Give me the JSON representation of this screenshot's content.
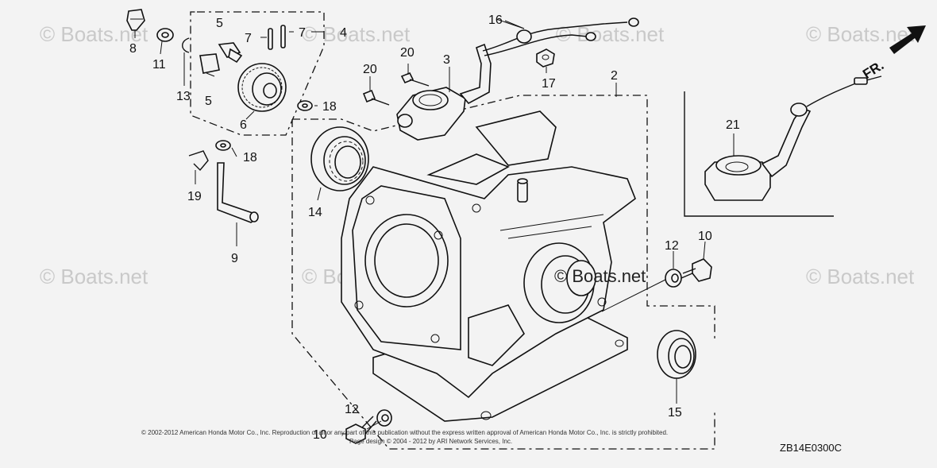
{
  "watermark": "© Boats.net",
  "center_watermark": "© Boats.net",
  "diagram_code": "ZB14E0300C",
  "direction_label": "FR.",
  "copyright_line1": "© 2002-2012 American Honda Motor Co., Inc. Reproduction of all or any part of this publication without the express written approval of American Honda Motor Co., Inc. is strictly prohibited.",
  "copyright_line2": "Page design © 2004 - 2012 by ARI Network Services, Inc.",
  "callouts": {
    "c1": "8",
    "c2": "11",
    "c3": "13",
    "c4": "5",
    "c5": "5",
    "c6": "6",
    "c7": "7",
    "c8": "7",
    "c9": "4",
    "c10": "18",
    "c11": "18",
    "c12": "19",
    "c13": "9",
    "c14": "14",
    "c15": "16",
    "c16": "20",
    "c17": "20",
    "c18": "3",
    "c19": "17",
    "c20": "2",
    "c21": "21",
    "c22": "12",
    "c23": "10",
    "c24": "15",
    "c25": "12",
    "c26": "10"
  }
}
